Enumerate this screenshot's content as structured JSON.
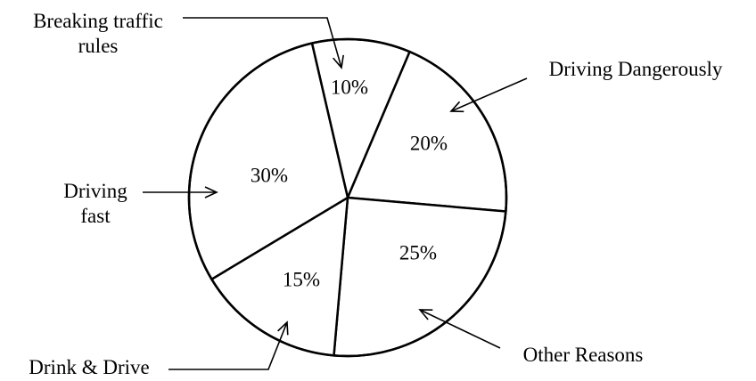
{
  "chart_data": {
    "type": "pie",
    "slices": [
      {
        "label_lines": [
          "Breaking traffic",
          "rules"
        ],
        "value": 10,
        "value_label": "10%"
      },
      {
        "label_lines": [
          "Driving Dangerously"
        ],
        "value": 20,
        "value_label": "20%"
      },
      {
        "label_lines": [
          "Other Reasons"
        ],
        "value": 25,
        "value_label": "25%"
      },
      {
        "label_lines": [
          "Drink & Drive"
        ],
        "value": 15,
        "value_label": "15%"
      },
      {
        "label_lines": [
          "Driving",
          "fast"
        ],
        "value": 30,
        "value_label": "30%"
      }
    ],
    "slice_fill": "#ffffff",
    "outline_color": "#000000"
  }
}
